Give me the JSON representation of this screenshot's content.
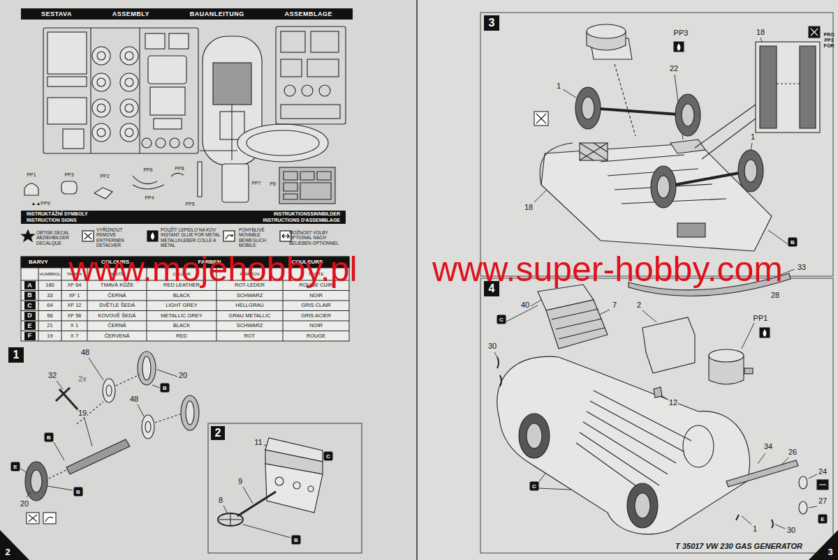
{
  "diagram": {
    "nodes": [
      {
        "text": [
          "SESTAVA",
          "ASSEMBLY",
          "BAUANLEITUNG",
          "ASSEMBLAGE"
        ]
      },
      {
        "text": [
          "INSTRUKTÁŽNÍ SYMBOLY",
          "INSTRUKTIONSSINNBILDER",
          "INSTRUCTION SIGNS",
          "INSTRUCTIONS D'ASSEMBLAGE"
        ]
      },
      {
        "text": [
          "1"
        ]
      },
      {
        "text": [
          "2"
        ]
      },
      {
        "text": [
          "3"
        ]
      },
      {
        "text": [
          "4"
        ]
      }
    ],
    "labels": [
      "PP1",
      "PP3",
      "PP2",
      "PP6",
      "PP8",
      "PP4",
      "▲▲PP9",
      "PP5",
      "PP7",
      "PE",
      "OBTISK DECAL ABZIEHBILDER DECALQUE",
      "VYŘÍZNOUT REMOVE ENTFERNEN DETACHER",
      "POUŽÍT LEPIDLO NA KOV INSTANT GLUE FOR METAL METALLKLEBER COLLE A METAL",
      "POHYBLIVÉ MOVABLE BEWEGLICH MOBILE",
      "MOŽNOST VOLBY OPTIONAL NACH BELIEBEN OPTIONNEL",
      "BARVY",
      "COLOURS",
      "FARBEN",
      "COULEURS",
      "HUMBROL",
      "TAMIYA",
      "ODSTÍN",
      "COLOUR",
      "FARBTON",
      "TEINTE",
      "A",
      "180",
      "XF 64",
      "TMAVÁ KŮŽE",
      "RED LEATHER",
      "ROT-LEDER",
      "ROUGE CUIR",
      "B",
      "33",
      "XF 1",
      "ČERNÁ",
      "BLACK",
      "SCHWARZ",
      "NOIR",
      "C",
      "64",
      "XF 12",
      "SVĚTLE ŠEDÁ",
      "LIGHT GREY",
      "HELLGRAU",
      "GRIS CLAIR",
      "D",
      "56",
      "XF 56",
      "KOVOVĚ ŠEDÁ",
      "METALLIC GREY",
      "GRAU METALLIC",
      "GRIS ACIER",
      "E",
      "21",
      "X 1",
      "ČERNÁ",
      "BLACK",
      "SCHWARZ",
      "NOIR",
      "F",
      "19",
      "X 7",
      "ČERVENÁ",
      "RED",
      "ROT",
      "ROUGE",
      "48",
      "2x",
      "32",
      "20",
      "19",
      "48",
      "B",
      "B",
      "E",
      "20",
      "B",
      "11",
      "C",
      "9",
      "8",
      "B",
      "PP3",
      "18",
      "PRO PP3 FOR",
      "22",
      "1",
      "1",
      "18",
      "B",
      "33",
      "28",
      "40",
      "C",
      "7",
      "2",
      "PP1",
      "30",
      "12",
      "34",
      "26",
      "24",
      "27",
      "E",
      "30",
      "1",
      "C",
      "T 35017 VW 230 GAS GENERATOR",
      "2",
      "3",
      "www.mojehobby.pl",
      "www.super-hobby.com"
    ]
  }
}
